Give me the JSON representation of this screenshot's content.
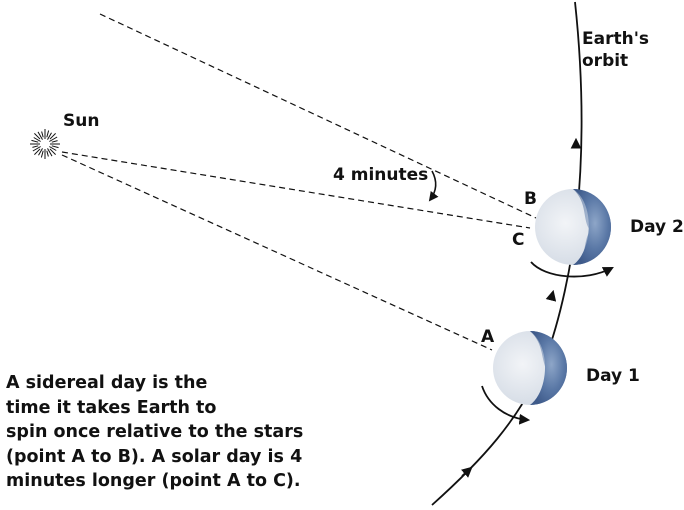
{
  "labels": {
    "sun": "Sun",
    "orbit_line1": "Earth's",
    "orbit_line2": "orbit",
    "minutes": "4 minutes",
    "point_a": "A",
    "point_b": "B",
    "point_c": "C",
    "day1": "Day 1",
    "day2": "Day 2"
  },
  "caption": [
    "A sidereal day is the",
    "time it takes Earth to",
    "spin once relative to the stars",
    "(point A to B). A solar day is 4",
    "minutes longer (point A to C)."
  ],
  "colors": {
    "earth_light": "#e4e9ef",
    "earth_mid": "#8ea6c8",
    "earth_dark": "#3e5a8a",
    "line": "#111111"
  }
}
